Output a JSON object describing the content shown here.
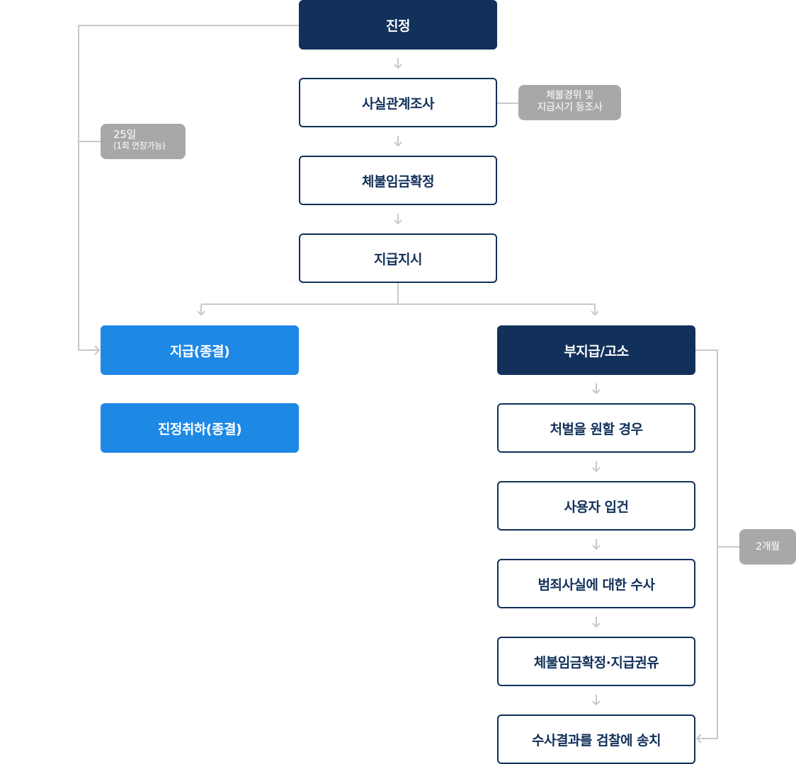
{
  "flow": {
    "start": "진정",
    "investigation": "사실관계조사",
    "confirm": "체불임금확정",
    "order": "지급지시",
    "paid": "지급(종결)",
    "withdrawn": "진정취하(종결)",
    "unpaid": "부지급/고소",
    "punish": "처벌을 원할 경우",
    "booking": "사용자 입건",
    "crime_investigation": "범죄사실에 대한 수사",
    "confirm_recommend": "체불임금확정·지급권유",
    "prosecution": "수사결과를 검찰에 송치"
  },
  "notes": {
    "investigation_line1": "체불경위 및",
    "investigation_line2": "지급시기 등조사",
    "deadline_line1": "25일",
    "deadline_line2": "(1회 연장가능)",
    "period": "2개월"
  },
  "colors": {
    "navy": "#11305a",
    "blue": "#1e88e5",
    "gray_note": "#a8a8a8",
    "connector": "#c8c8c8"
  }
}
